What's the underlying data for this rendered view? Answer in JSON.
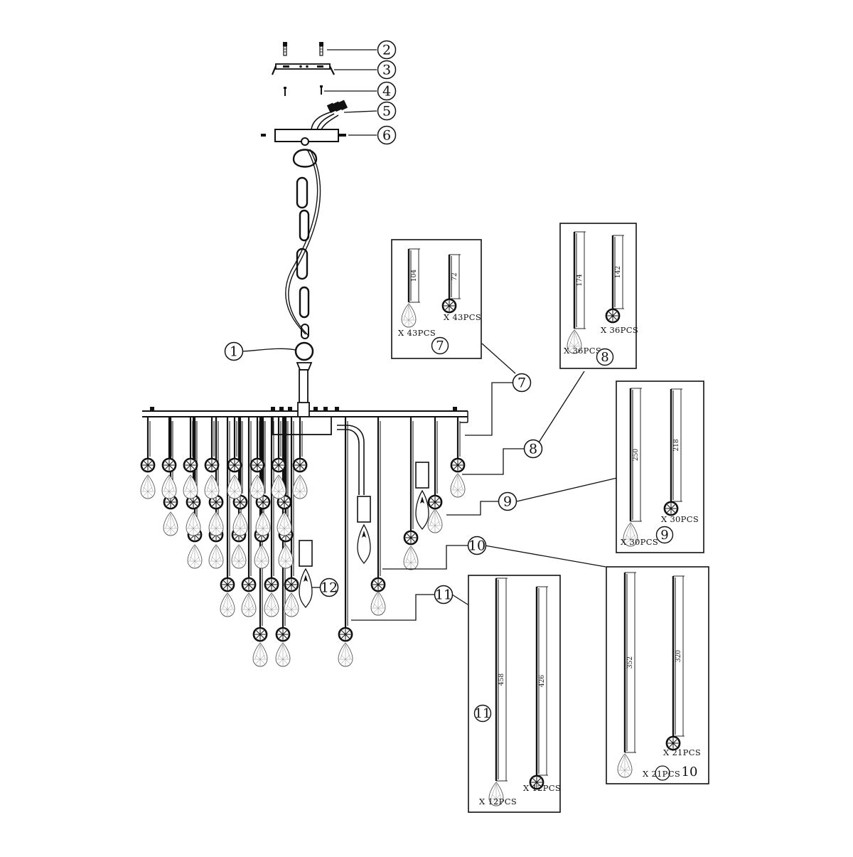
{
  "diagram": {
    "callouts": [
      "1",
      "2",
      "3",
      "4",
      "5",
      "6",
      "7",
      "8",
      "9",
      "10",
      "11",
      "12"
    ],
    "detail_boxes": [
      {
        "id": "7",
        "number": "7",
        "drop_length": "104",
        "drop_qty": "X 43PCS",
        "bead_length": "72",
        "bead_qty": "X 43PCS"
      },
      {
        "id": "8",
        "number": "8",
        "drop_length": "174",
        "drop_qty": "X 36PCS",
        "bead_length": "142",
        "bead_qty": "X 36PCS"
      },
      {
        "id": "9",
        "number": "9",
        "drop_length": "250",
        "drop_qty": "X 30PCS",
        "bead_length": "218",
        "bead_qty": "X 30PCS"
      },
      {
        "id": "10",
        "number": "10",
        "drop_length": "352",
        "drop_qty": "X 21PCS",
        "bead_length": "320",
        "bead_qty": "X 21PCS"
      },
      {
        "id": "11",
        "number": "11",
        "drop_length": "458",
        "drop_qty": "X 12PCS",
        "bead_length": "426",
        "bead_qty": "X 12PCS"
      }
    ]
  }
}
